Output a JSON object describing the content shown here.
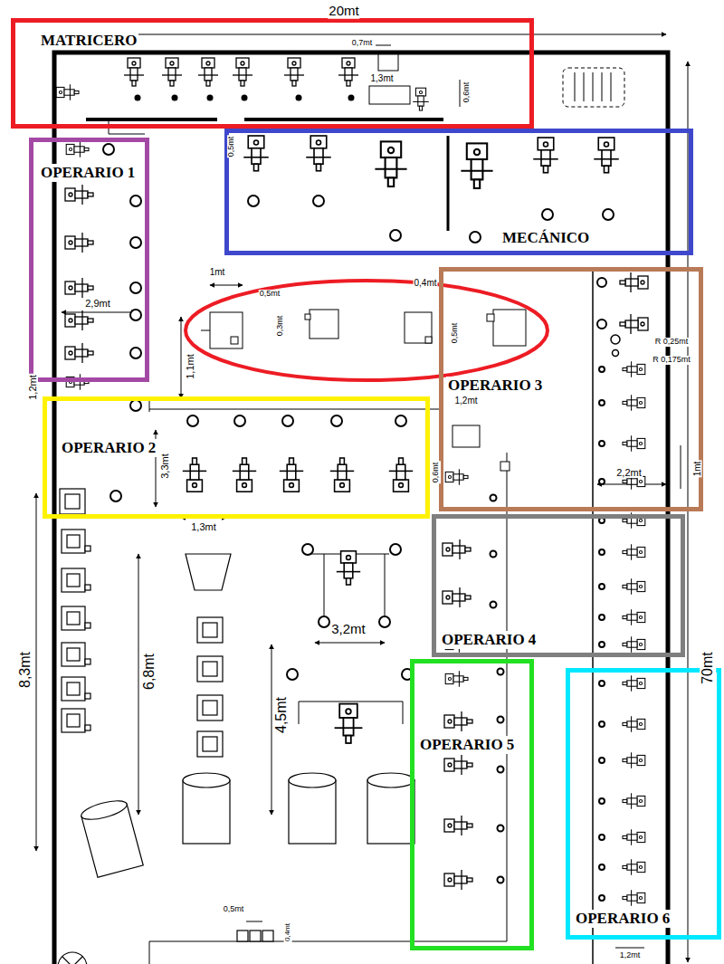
{
  "diagram": {
    "nodes": [
      {
        "text": [
          "MATRICERO"
        ]
      },
      {
        "text": [
          "OPERARIO 1"
        ]
      },
      {
        "text": [
          "MECÁNICO"
        ]
      },
      {
        "text": [
          "OPERARIO 3"
        ]
      },
      {
        "text": [
          "OPERARIO 2"
        ]
      },
      {
        "text": [
          "OPERARIO 4"
        ]
      },
      {
        "text": [
          "OPERARIO 5"
        ]
      },
      {
        "text": [
          "OPERARIO 6"
        ]
      }
    ],
    "labels": [
      "20mt",
      "0,7mt",
      "1,3mt",
      "0,6mt",
      "0,5mt",
      "1mt",
      "0,5mt",
      "0,4mt",
      "2,9mt",
      "0,3mt",
      "1,1mt",
      "1,2mt",
      "0,5mt",
      "R 0,25mt",
      "R 0,175mt",
      "1,2mt",
      "3,3mt",
      "0,6mt",
      "2,2mt",
      "1mt",
      "1,3mt",
      "3,2mt",
      "8,3mt",
      "6,8mt",
      "4,5mt",
      "70mt",
      "0,5mt",
      "0,4mt",
      "1,2mt"
    ]
  }
}
